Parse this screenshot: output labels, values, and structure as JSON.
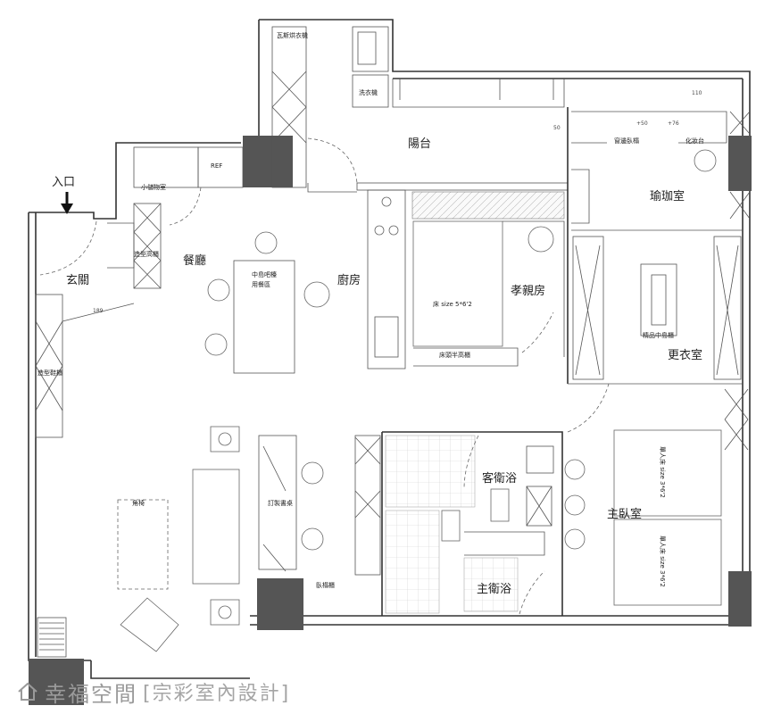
{
  "rooms": {
    "entrance_top": "入口",
    "foyer": "玄關",
    "dining": "餐廳",
    "kitchen": "廚房",
    "balcony": "陽台",
    "parents_room": "孝親房",
    "yoga_room": "瑜珈室",
    "walk_in_closet": "更衣室",
    "guest_bath": "客衛浴",
    "master_bath": "主衛浴",
    "master_bedroom": "主臥室"
  },
  "labels": {
    "gas_dryer": "瓦斯烘衣機",
    "washer": "洗衣機",
    "storage": "小儲物室",
    "ref": "REF",
    "feature_tall_cabinet": "造型高櫃",
    "island_bar_1": "中島吧檯",
    "island_bar_2": "用餐區",
    "bed_parents": "床 size 5*6'2",
    "headboard": "床頭半高櫃",
    "window_seat": "窗邊臥榻",
    "vanity": "化妝台",
    "fine_island": "精品中島櫃",
    "shoe_cabinet": "造型鞋櫃",
    "custom_desk": "訂製書桌",
    "daybed_cabinet": "臥榻櫃",
    "corner_chair": "角椅",
    "single_bed_1": "單人床 size 3*6'2",
    "single_bed_2": "單人床 size 3*6'2",
    "dim_189": "189",
    "dim_110": "110",
    "dim_50": "50",
    "dim_50b": "+50",
    "dim_76": "+76"
  },
  "watermark": {
    "brand": "幸福空間",
    "studio": "[宗彩室內設計]"
  },
  "colors": {
    "wall": "#333333",
    "pillar": "#555555",
    "furniture": "#666666",
    "watermark": "#9a9a9a"
  }
}
